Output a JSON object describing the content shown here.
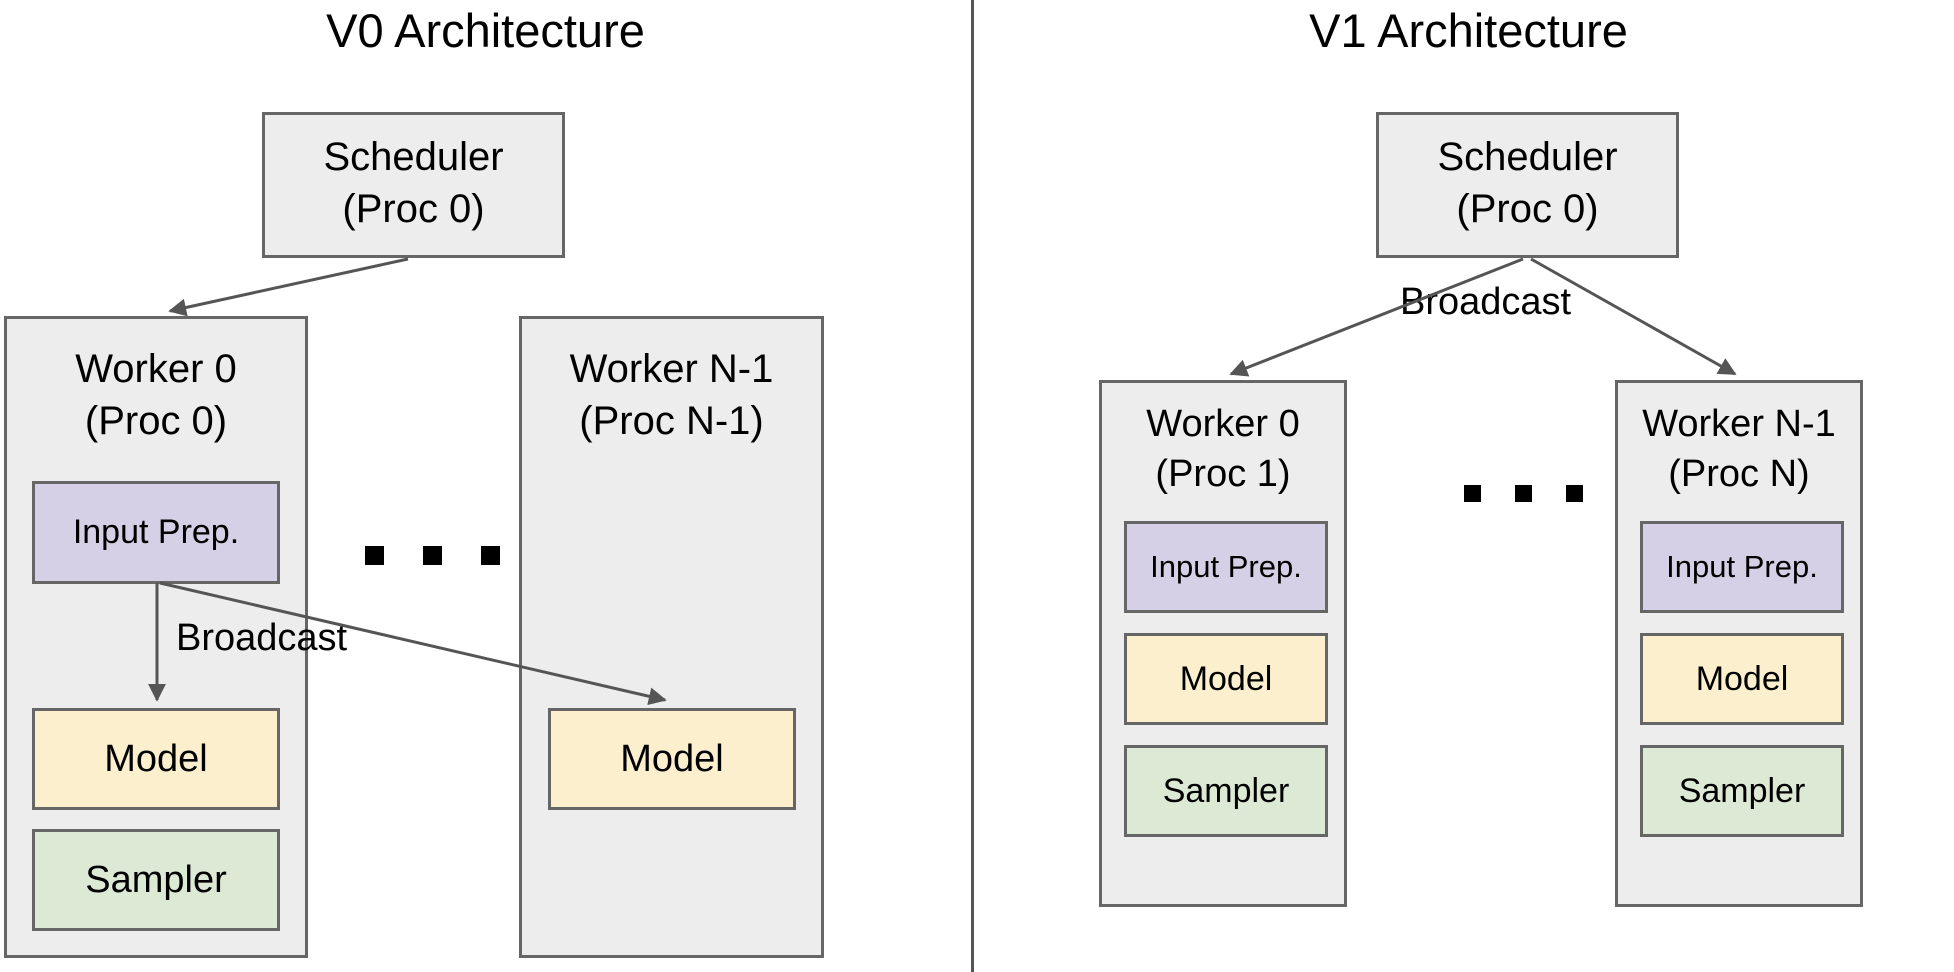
{
  "figure": {
    "divider": "vertical-rule",
    "accent_colors": {
      "box_fill": "#ededed",
      "box_border": "#666666",
      "input_prep_fill": "#d5d0e5",
      "model_fill": "#fbefcd",
      "sampler_fill": "#dce9d5",
      "arrow_color": "#555555"
    }
  },
  "v0": {
    "title": "V0 Architecture",
    "scheduler": {
      "line1": "Scheduler",
      "line2": "(Proc 0)"
    },
    "worker0": {
      "line1": "Worker 0",
      "line2": "(Proc 0)",
      "components": [
        {
          "label": "Input Prep.",
          "kind": "input-prep"
        },
        {
          "label": "Model",
          "kind": "model"
        },
        {
          "label": "Sampler",
          "kind": "sampler"
        }
      ]
    },
    "workerN": {
      "line1": "Worker N-1",
      "line2": "(Proc N-1)",
      "components": [
        {
          "label": "Model",
          "kind": "model"
        }
      ]
    },
    "broadcast_label": "Broadcast",
    "ellipsis": "..."
  },
  "v1": {
    "title": "V1 Architecture",
    "scheduler": {
      "line1": "Scheduler",
      "line2": "(Proc 0)"
    },
    "worker0": {
      "line1": "Worker 0",
      "line2": "(Proc 1)",
      "components": [
        {
          "label": "Input Prep.",
          "kind": "input-prep"
        },
        {
          "label": "Model",
          "kind": "model"
        },
        {
          "label": "Sampler",
          "kind": "sampler"
        }
      ]
    },
    "workerN": {
      "line1": "Worker N-1",
      "line2": "(Proc N)",
      "components": [
        {
          "label": "Input Prep.",
          "kind": "input-prep"
        },
        {
          "label": "Model",
          "kind": "model"
        },
        {
          "label": "Sampler",
          "kind": "sampler"
        }
      ]
    },
    "broadcast_label": "Broadcast",
    "ellipsis": "..."
  }
}
